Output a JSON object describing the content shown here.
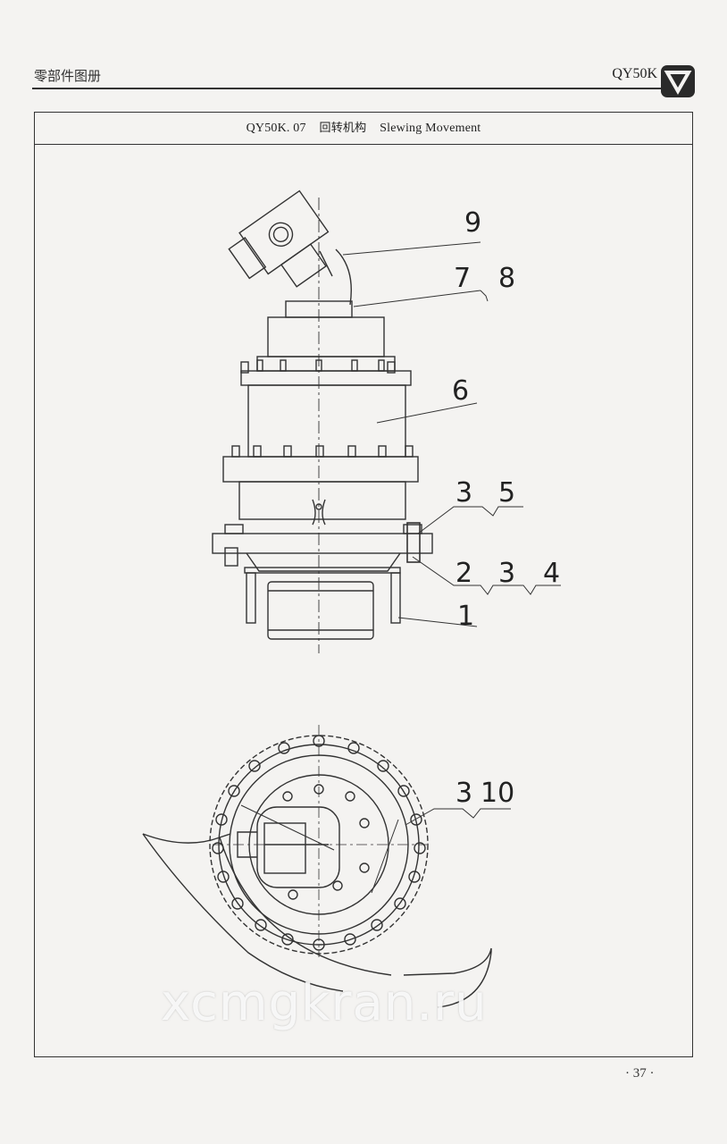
{
  "header": {
    "title": "零部件图册",
    "model": "QY50K"
  },
  "frame": {
    "code": "QY50K. 07",
    "title_cn": "回转机构",
    "title_en": "Slewing Movement"
  },
  "callouts": {
    "c9": "9",
    "c7": "7",
    "c8": "8",
    "c6": "6",
    "c3a": "3",
    "c5": "5",
    "c2": "2",
    "c3b": "3",
    "c4": "4",
    "c1": "1",
    "c3c": "3",
    "c10": "10"
  },
  "footer": {
    "page": "· 37 ·"
  },
  "watermark": "xcmgkran.ru",
  "logo": "xcmg-logo-icon"
}
